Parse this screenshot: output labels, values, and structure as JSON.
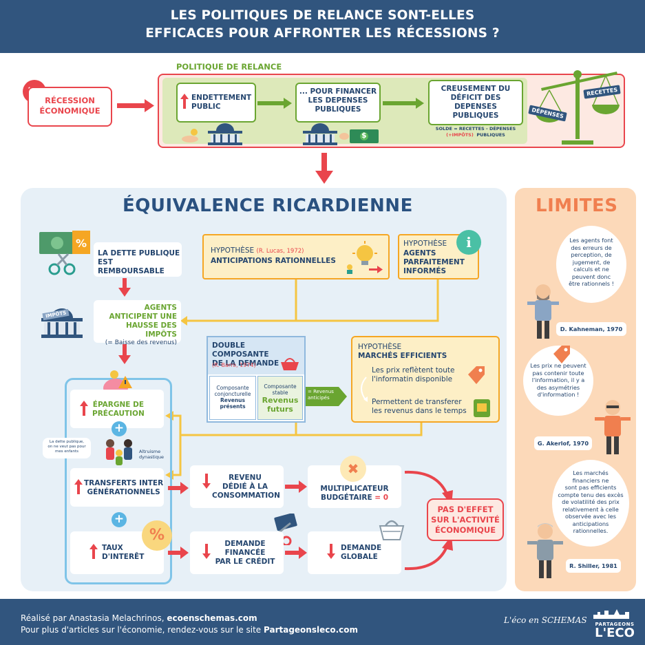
{
  "title": {
    "line1": "LES POLITIQUES DE RELANCE SONT-ELLES",
    "line2": "EFFICACES POUR AFFRONTER LES RÉCESSIONS ?"
  },
  "top": {
    "recession": [
      "RÉCESSION",
      "ÉCONOMIQUE"
    ],
    "policy_label": "POLITIQUE DE RELANCE",
    "box1": [
      "ENDETTEMENT",
      "PUBLIC"
    ],
    "box2": [
      "... POUR FINANCER",
      "LES DEPENSES",
      "PUBLIQUES"
    ],
    "box3": [
      "CREUSEMENT DU",
      "DÉFICIT DES",
      "DEPENSES",
      "PUBLIQUES"
    ],
    "formula_a": "SOLDE = RECETTES - DÉPENSES",
    "formula_b": "(+IMPÔTS)",
    "formula_c": "PUBLIQUES",
    "scale_recettes": "RECETTES",
    "scale_depenses": "DÉPENSES",
    "money_symbol": "$"
  },
  "ricardo": {
    "title": "ÉQUIVALENCE RICARDIENNE",
    "dette": [
      "LA DETTE PUBLIQUE",
      "EST REMBOURSABLE"
    ],
    "percent": "%",
    "hyp1_label": "HYPOTHÈSE",
    "hyp1_author": "(R. Lucas, 1972)",
    "hyp1_text": "ANTICIPATIONS RATIONNELLES",
    "hyp2_label": "HYPOTHÈSE",
    "hyp2_text": [
      "AGENTS",
      "PARFAITEMENT",
      "INFORMÉS"
    ],
    "info_icon": "i",
    "agents": [
      "AGENTS",
      "ANTICIPENT UNE",
      "HAUSSE DES IMPÔTS"
    ],
    "agents_sub": "(= Baisse des revenus)",
    "impots_tag": "IMPÔTS",
    "double_title": [
      "DOUBLE COMPOSANTE",
      "DE LA DEMANDE"
    ],
    "double_author": "(R. Barro, 1974)",
    "comp1": [
      "Composante",
      "conjoncturelle",
      "Revenus",
      "présents"
    ],
    "comp2": [
      "Composante",
      "stable",
      "Revenus",
      "futurs"
    ],
    "revenus_anticipes": [
      "= Revenus",
      "anticipés"
    ],
    "hyp3_label": "HYPOTHÈSE",
    "hyp3_text": "MARCHÉS EFFICIENTS",
    "hyp3_item1": [
      "Les prix reflètent toute",
      "l'informatin disponible"
    ],
    "hyp3_item2": [
      "Permettent de transferer",
      "les revenus dans le temps"
    ],
    "epargne": [
      "ÉPARGNE DE",
      "PRÉCAUTION"
    ],
    "plus": "+",
    "dette_note": [
      "La dette publique,",
      "on ne veut pas pour",
      "mes enfants"
    ],
    "altruisme": [
      "Altruisme",
      "dynastique"
    ],
    "transferts": [
      "TRANSFERTS INTER",
      "GÉNÉRATIONNELS"
    ],
    "taux": [
      "TAUX",
      "D'INTERÊT"
    ],
    "revenu": [
      "REVENU",
      "DÉDIÉ À LA",
      "CONSOMMATION"
    ],
    "multiplicateur": [
      "MULTIPLICATEUR",
      "BUDGÉTAIRE"
    ],
    "multiplicateur_value": "= 0",
    "demande_credit": [
      "DEMANDE",
      "FINANCÉE",
      "PAR LE CRÉDIT"
    ],
    "demande_globale": [
      "DEMANDE",
      "GLOBALE"
    ],
    "pas_effet": [
      "PAS D'EFFET",
      "SUR L'ACTIVITÉ",
      "ÉCONOMIQUE"
    ],
    "x_mark": "✖"
  },
  "limites": {
    "title": "LIMITES",
    "b1": [
      "Les agents font",
      "des erreurs de",
      "perception, de",
      "jugement, de",
      "calculs et ne",
      "peuvent donc",
      "être rationnels !"
    ],
    "n1": "D. Kahneman, 1970",
    "b2": [
      "Les prix ne peuvent",
      "pas contenir toute",
      "l'information, il y a",
      "des asymétries",
      "d'information !"
    ],
    "n2": "G. Akerlof, 1970",
    "b3": [
      "Les marchés",
      "financiers ne",
      "sont pas efficients",
      "compte tenu des excès",
      "de volatilité des prix",
      "relativement à celle",
      "observée avec les",
      "anticipations",
      "rationnelles."
    ],
    "n3": "R. Shiller, 1981"
  },
  "footer": {
    "line1_pre": "Réalisé par Anastasia Melachrinos, ",
    "line1_link": "ecoenschemas.com",
    "line2_pre": "Pour plus d'articles sur l'économie, rendez-vous sur le site ",
    "line2_link": "Partageonsleco.com",
    "logo1": "L'éco en SCHEMAS",
    "logo2_top": "PARTAGEONS",
    "logo2_big": "L'ECO"
  },
  "colors": {
    "navy": "#31557e",
    "red": "#e9454c",
    "green": "#6aa531",
    "orange": "#f5a623",
    "light_blue_bg": "#e7f0f7",
    "limites_bg": "#fcd9b9"
  }
}
